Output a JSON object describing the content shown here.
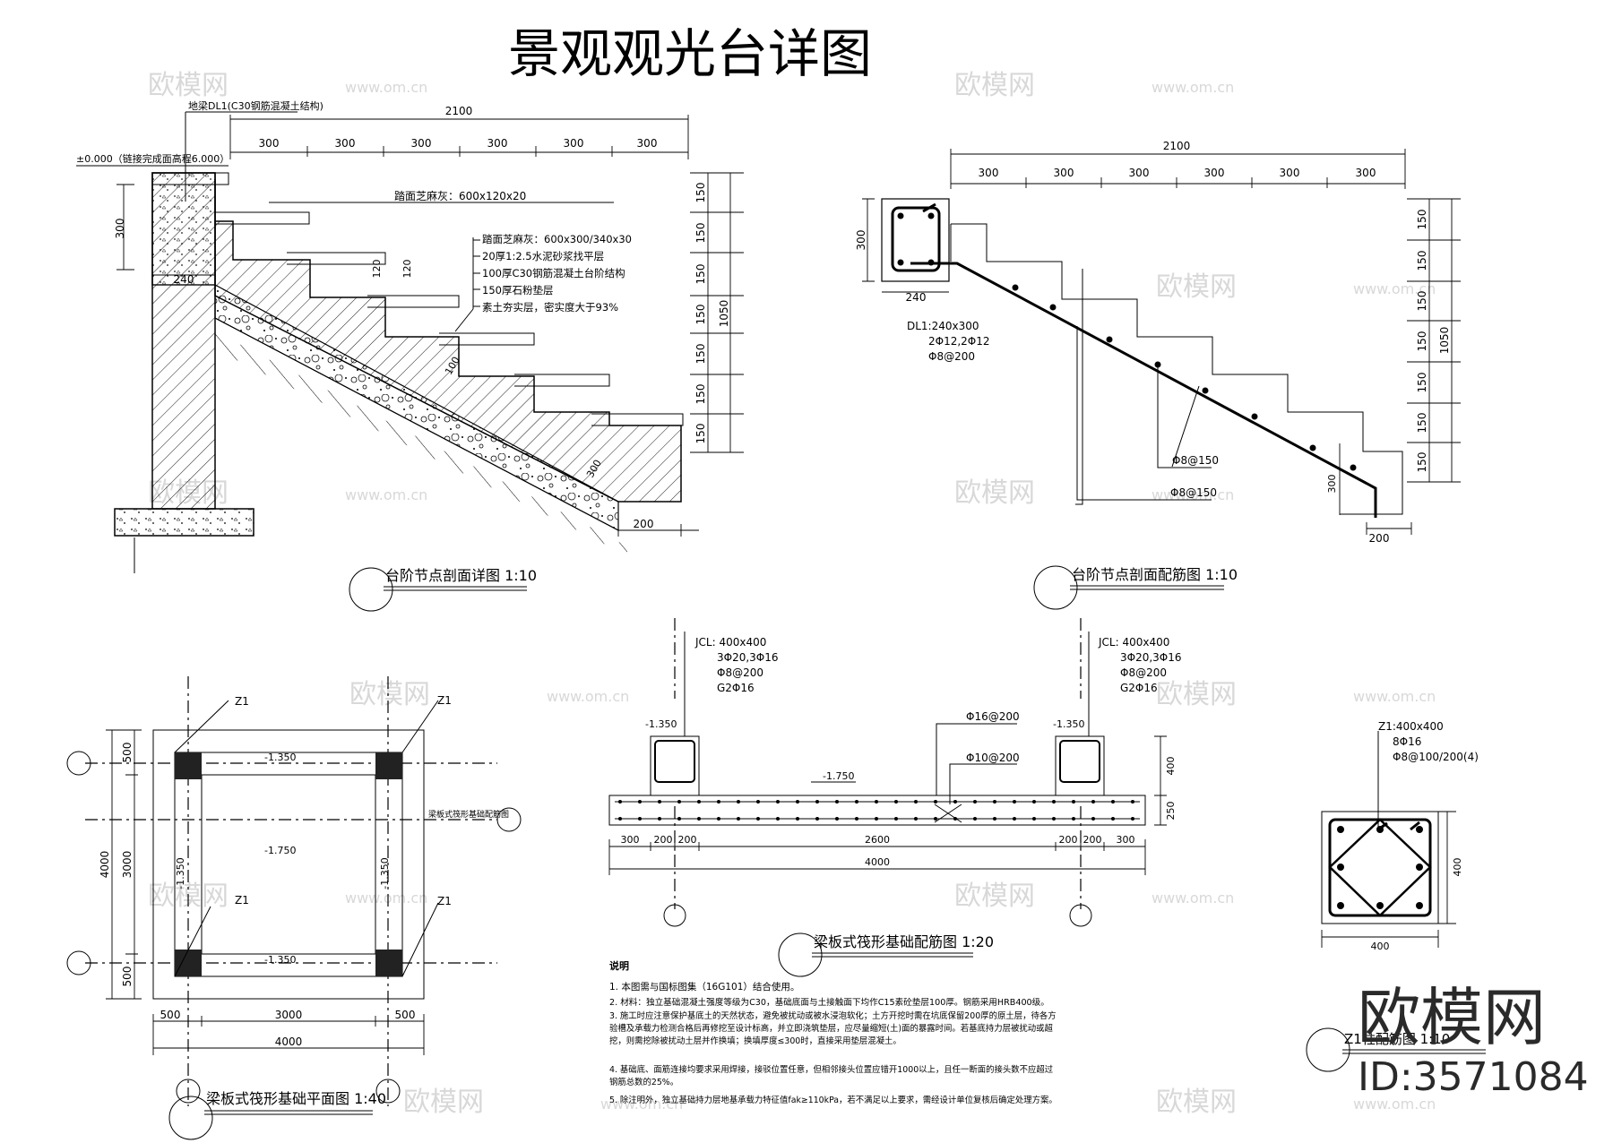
{
  "title": "景观观光台详图",
  "drawings": {
    "step_section": {
      "caption": "台阶节点剖面详图 1:10",
      "beam_label": "地梁DL1(C30钢筋混凝土结构)",
      "level_label": "±0.000（链接完成面高程6.000）",
      "tread_note": "踏面芝麻灰：600x120x20",
      "layers": [
        "踏面芝麻灰：600x300/340x30",
        "20厚1:2.5水泥砂浆找平层",
        "100厚C30钢筋混凝土台阶结构",
        "150厚石粉垫层",
        "素土夯实层，密实度大于93%"
      ],
      "top_dims": [
        "2100",
        "300",
        "300",
        "300",
        "300",
        "300",
        "300"
      ],
      "right_dims": [
        "150",
        "150",
        "150",
        "150",
        "150",
        "150",
        "150",
        "1050"
      ],
      "other_dims": [
        "300",
        "240",
        "120",
        "120",
        "100",
        "300",
        "200"
      ]
    },
    "rebar_section": {
      "caption": "台阶节点剖面配筋图 1:10",
      "dl1_spec": [
        "DL1:240x300",
        "2Φ12,2Φ12",
        "Φ8@200"
      ],
      "bars": [
        "Φ8@150",
        "Φ8@150"
      ],
      "top_dims": [
        "2100",
        "300",
        "300",
        "300",
        "300",
        "300",
        "300"
      ],
      "right_dims": [
        "150",
        "150",
        "150",
        "150",
        "150",
        "150",
        "150",
        "1050"
      ],
      "other_dims": [
        "300",
        "240",
        "300",
        "200"
      ]
    },
    "raft_plan": {
      "caption": "梁板式筏形基础平面图 1:40",
      "column_tag": "Z1",
      "levels": [
        "-1.350",
        "-1.750"
      ],
      "section_ref": "梁板式筏形基础配筋图",
      "dims_h": [
        "500",
        "3000",
        "500",
        "4000"
      ],
      "dims_v": [
        "500",
        "3000",
        "500",
        "4000"
      ]
    },
    "raft_section": {
      "caption": "梁板式筏形基础配筋图 1:20",
      "jcl_spec": [
        "JCL: 400x400",
        "3Φ20,3Φ16",
        "Φ8@200",
        "G2Φ16"
      ],
      "rebar_top": "Φ16@200",
      "rebar_bot": "Φ10@200",
      "levels": [
        "-1.350",
        "-1.750"
      ],
      "dims": [
        "300",
        "200",
        "200",
        "2600",
        "200",
        "200",
        "300",
        "4000"
      ],
      "right_dims": [
        "400",
        "250"
      ]
    },
    "column": {
      "caption": "Z1柱配筋图 1:10",
      "spec": [
        "Z1:400x400",
        "8Φ16",
        "Φ8@100/200(4)"
      ],
      "dims": [
        "400",
        "400"
      ]
    }
  },
  "notes": {
    "heading": "说明",
    "items": [
      "1. 本图需与国标图集（16G101）结合使用。",
      "2. 材料：独立基础混凝土强度等级为C30，基础底面与土接触面下均作C15素砼垫层100厚。钢筋采用HRB400级。",
      "3. 施工时应注意保护基底土的天然状态，避免被扰动或被水浸泡软化；土方开挖时需在坑底保留200厚的原土层，待各方验槽及承载力检测合格后再修挖至设计标高，并立即浇筑垫层，应尽量缩短(土)面的暴露时间。若基底持力层被扰动或超挖，则需挖除被扰动土层并作换填；换填厚度≤300时，直接采用垫层混凝土。",
      "4. 基础底、面筋连接均要求采用焊接，接驳位置任意，但相邻接头位置应错开1000以上，且任一断面的接头数不应超过钢筋总数的25%。",
      "5. 除注明外，独立基础持力层地基承载力特征值fak≥110kPa，若不满足以上要求，需经设计单位复核后确定处理方案。"
    ]
  },
  "branding": {
    "logo_text": "欧模网",
    "id_text": "ID:3571084",
    "watermark_cn": "欧模网",
    "watermark_url": "www.om.cn"
  }
}
